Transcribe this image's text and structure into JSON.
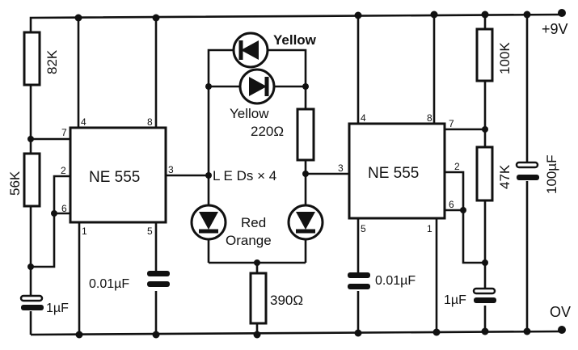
{
  "supply": {
    "positive": "+9V",
    "ground": "OV"
  },
  "ic_left": {
    "name": "NE 555",
    "pins": {
      "p4": "4",
      "p8": "8",
      "p7": "7",
      "p2": "2",
      "p6": "6",
      "p3": "3",
      "p1": "1",
      "p5": "5"
    }
  },
  "ic_right": {
    "name": "NE 555",
    "pins": {
      "p4": "4",
      "p8": "8",
      "p7": "7",
      "p2": "2",
      "p6": "6",
      "p3": "3",
      "p1": "1",
      "p5": "5"
    }
  },
  "components": {
    "r_82k": "82K",
    "r_56k": "56K",
    "c_left_timing": "1µF",
    "c_left_control": "0.01µF",
    "led_top": "Yellow",
    "led_second": "Yellow",
    "r_220": "220Ω",
    "leds_label": "L E Ds × 4",
    "led_bottom_1": "Red",
    "led_bottom_2": "Orange",
    "r_390": "390Ω",
    "c_right_control": "0.01µF",
    "r_100k": "100K",
    "r_47k": "47K",
    "c_right_timing": "1µF",
    "c_supply": "100µF"
  }
}
